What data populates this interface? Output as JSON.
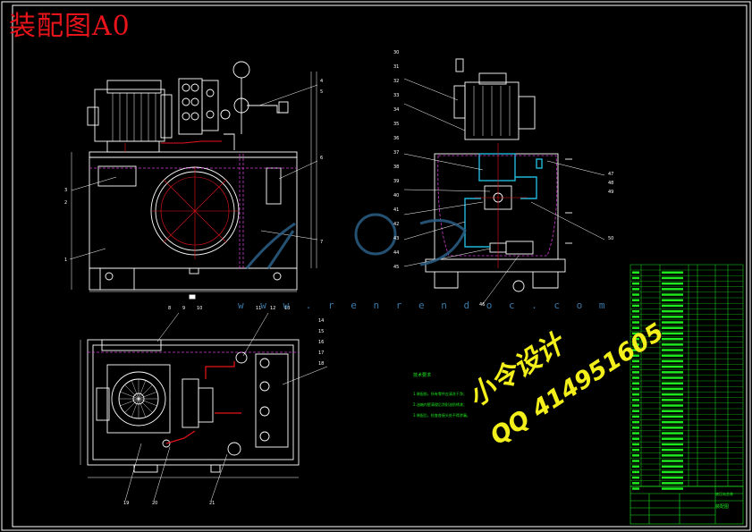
{
  "drawing": {
    "title": "装配图A0",
    "watermark_line1": "小令设计",
    "watermark_line2": "QQ 414951605",
    "watermark_url": "w w w . r e n r e n d o c . c o m",
    "tech_requirements_title": "技术要求",
    "tech_requirements_lines": [
      "1.装配前，所有零件应清洗干净；",
      "2.油箱内壁清理后涂耐油防锈漆；",
      "3.装配后，检查各接头处不得渗漏。"
    ],
    "title_block": {
      "drawing_name": "装配图",
      "part_name": "液压站总装"
    },
    "balloons_front": [
      "1",
      "2",
      "3",
      "4",
      "5",
      "6",
      "7"
    ],
    "balloons_side": [
      "30",
      "31",
      "32",
      "33",
      "34",
      "35",
      "36",
      "37",
      "38",
      "39",
      "40",
      "41",
      "42",
      "43",
      "44",
      "45",
      "46",
      "47",
      "48",
      "49",
      "50"
    ],
    "balloons_top": [
      "8",
      "9",
      "10",
      "11",
      "12",
      "13",
      "14",
      "15",
      "16",
      "17",
      "18",
      "19",
      "20",
      "21"
    ]
  },
  "colors": {
    "frame": "#ffffff",
    "outline": "#ffffff",
    "centerline": "#e8141b",
    "hidden": "#d23cd2",
    "table": "#1ee81e",
    "watermark": "#f2ef1a"
  }
}
